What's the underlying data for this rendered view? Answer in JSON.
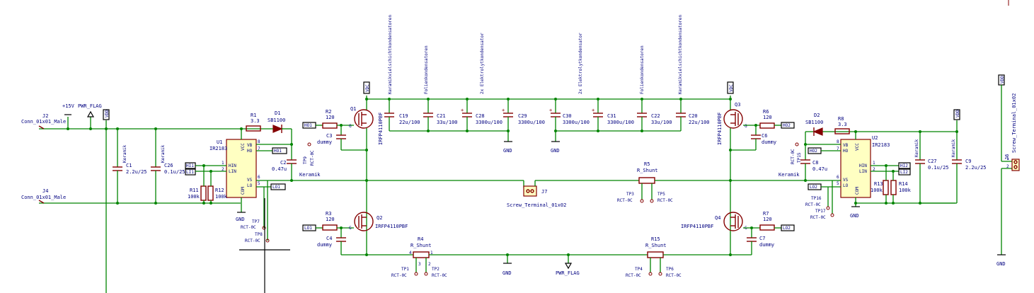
{
  "labels": {
    "j2": "J2",
    "j2_val": "Conn_01x01_Male",
    "j4": "J4",
    "j4_val": "Conn_01x01_Male",
    "p15v": "+15V",
    "pwr_flag": "PWR_FLAG",
    "pwr_flag2": "PWR_FLAG",
    "vdd": "VDD",
    "vdc": "VDC",
    "gnd": "GND",
    "keramik": "Keramik",
    "c1": "C1",
    "c1_val": "2.2u/25",
    "c26": "C26",
    "c26_val": "0.1u/25",
    "r11": "R11",
    "r11_val": "100k",
    "r12": "R12",
    "r12_val": "100k",
    "u1": "U1",
    "u1_val": "IR2183",
    "vcc": "VCC",
    "hin": "HIN",
    "lin": "LIN",
    "com": "COM",
    "vb": "VB",
    "ho": "HO",
    "vs": "VS",
    "lo": "LO",
    "r1": "R1",
    "r1_val": "3.3",
    "d1": "D1",
    "d1_val": "SB1100",
    "c2": "C2",
    "c2_val": "0.47u",
    "tp9": "TP9",
    "rct": "RCT-0C",
    "tp7": "TP7",
    "tp8": "TP8",
    "hi1": "HI1",
    "li1": "LI1",
    "ho1": "HO1",
    "lo1": "LO1",
    "r2": "R2",
    "r2_val": "120",
    "r3": "R3",
    "r3_val": "120",
    "c3": "C3",
    "c3_val": "dummy",
    "c4": "C4",
    "c4_val": "dummy",
    "q1": "Q1",
    "q2": "Q2",
    "q3": "Q3",
    "q4": "Q4",
    "mosfet": "IRFP4110PBF",
    "r4": "R4",
    "r15": "R15",
    "r5": "R5",
    "rshunt": "R_Shunt",
    "tp1": "TP1",
    "tp2": "TP2",
    "tp3": "TP3",
    "tp4": "TP4",
    "tp5": "TP5",
    "tp6": "TP6",
    "j7": "J7",
    "screw2": "Screw_Terminal_01x02",
    "c19": "C19",
    "c19_val": "22u/100",
    "c21": "C21",
    "c21_val": "33u/100",
    "c28": "C28",
    "c28_val": "3300u/100",
    "c29": "C29",
    "c29_val": "3300u/100",
    "c30": "C30",
    "c30_val": "3300u/100",
    "c31": "C31",
    "c31_val": "3300u/100",
    "c22": "C22",
    "c22_val": "33u/100",
    "c20": "C20",
    "c20_val": "22u/100",
    "v_kerel": "Keramikvielschichtkondensatoren",
    "v_folie": "Folienkondensatoren",
    "v_elko": "2x Elektrolytkondensator",
    "r6": "R6",
    "r6_val": "120",
    "r7": "R7",
    "r7_val": "120",
    "c6": "C6",
    "c6_val": "dummy",
    "c7": "C7",
    "c7_val": "dummy",
    "ho2": "HO2",
    "lo2": "LO2",
    "hi2": "HI2",
    "li2": "LI2",
    "d2": "D2",
    "d2_val": "SB1100",
    "r8": "R8",
    "r8_val": "3.3",
    "c8": "C8",
    "c8_val": "0.47u",
    "tp15": "TP15",
    "tp16": "TP16",
    "tp17": "TP17",
    "u2": "U2",
    "u2_val": "IR2183",
    "r13": "R13",
    "r13_val": "100k",
    "r14": "R14",
    "r14_val": "100k",
    "c27": "C27",
    "c27_val": "0.1u/25",
    "c9": "C9",
    "c9_val": "2.2u/25",
    "j6": "J6",
    "j6_val": "Screw_Terminal_01x02",
    "pin1": "1",
    "pin2": "2",
    "pin3": "3",
    "pin4": "4",
    "pin5": "5",
    "pin6": "6",
    "pin7": "7",
    "pin8": "8"
  }
}
